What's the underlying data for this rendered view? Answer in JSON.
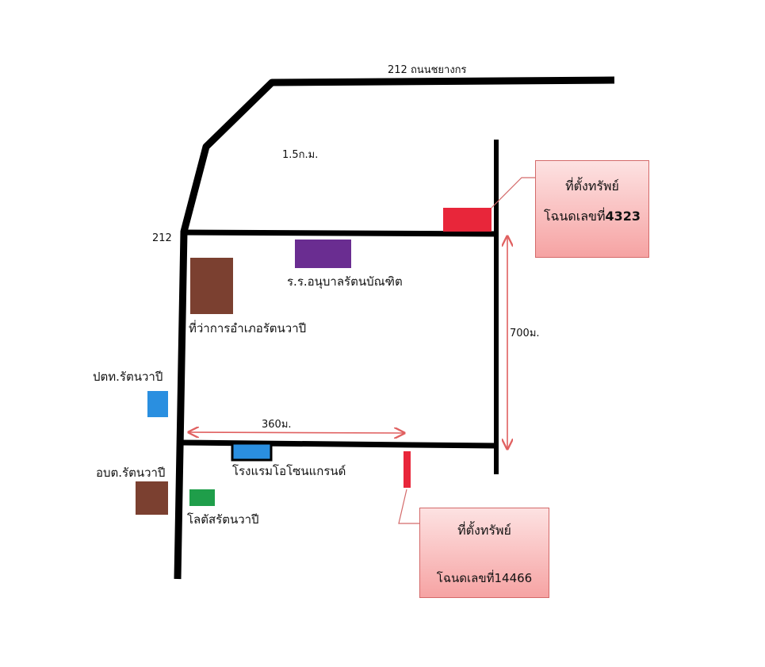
{
  "roads": {
    "highway_label": "212  ถนนชยางกร",
    "junction_label": "212"
  },
  "distances": {
    "upper": "1.5ก.ม.",
    "vertical": "700ม.",
    "lower": "360ม."
  },
  "landmarks": {
    "school": "ร.ร.อนุบาลรัตนบัณฑิต",
    "district_office": "ที่ว่าการอำเภอรัตนวาปี",
    "post_office": "ปตท.รัตนวาปี",
    "sao": "อบต.รัตนวาปี",
    "hotel": "โรงแรมโอโซนแกรนด์",
    "lotus": "โลตัสรัตนวาปี"
  },
  "properties": [
    {
      "title": "ที่ตั้งทรัพย์",
      "deed_prefix": "โฉนดเลขที่",
      "deed_number": "4323"
    },
    {
      "title": "ที่ตั้งทรัพย์",
      "deed_prefix": "โฉนดเลขที่",
      "deed_number": "14466"
    }
  ],
  "colors": {
    "road": "#000000",
    "property": "#e8263a",
    "school": "#6a2d91",
    "district_office": "#7b4030",
    "post_office": "#2a8fe0",
    "sao": "#7b4030",
    "hotel": "#2a8fe0",
    "lotus": "#1f9e4a",
    "dimension": "#e06060"
  }
}
